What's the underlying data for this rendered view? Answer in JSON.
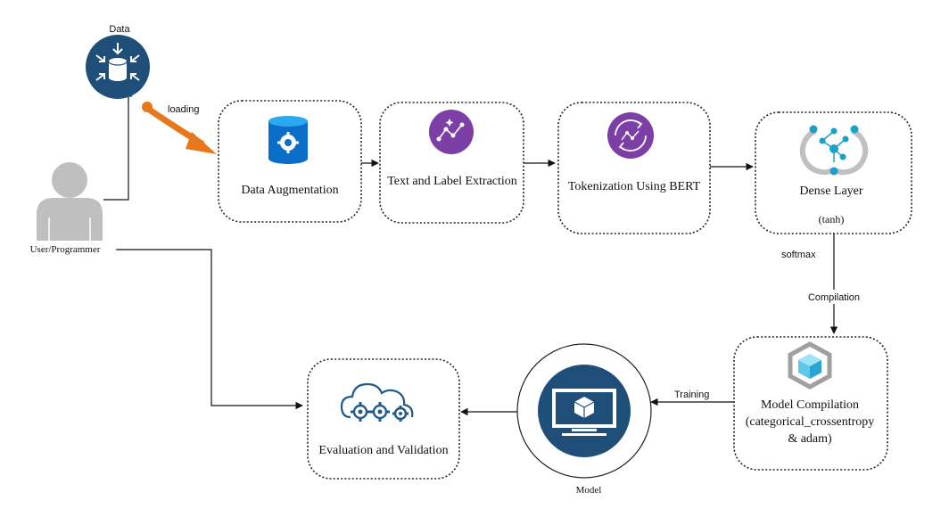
{
  "nodes": {
    "data": {
      "label": "Data"
    },
    "user": {
      "label": "User/Programmer"
    },
    "data_augmentation": {
      "label": "Data Augmentation"
    },
    "text_label_extraction": {
      "label": "Text and Label Extraction"
    },
    "tokenization": {
      "label": "Tokenization Using BERT"
    },
    "dense_layer": {
      "label": "Dense Layer",
      "activation": "(tanh)"
    },
    "model_compilation": {
      "line1": "Model Compilation",
      "line2": "(categorical_crossentropy",
      "line3": "& adam)"
    },
    "model": {
      "label": "Model"
    },
    "evaluation": {
      "label": "Evaluation and Validation"
    }
  },
  "edge_labels": {
    "loading": "loading",
    "softmax": "softmax",
    "compilation": "Compilation",
    "training": "Training"
  },
  "colors": {
    "navy": "#1f4e79",
    "azure": "#0078d4",
    "purple": "#7b3fa6",
    "orange": "#f07a1b",
    "teal": "#12a4c9",
    "gray_icon": "#bfbfbf"
  },
  "icons": [
    "database-icon",
    "user-icon",
    "data-augmentation-icon",
    "extraction-icon",
    "tokenization-icon",
    "network-icon",
    "model-cube-icon",
    "monitor-icon",
    "cloud-gears-icon"
  ]
}
